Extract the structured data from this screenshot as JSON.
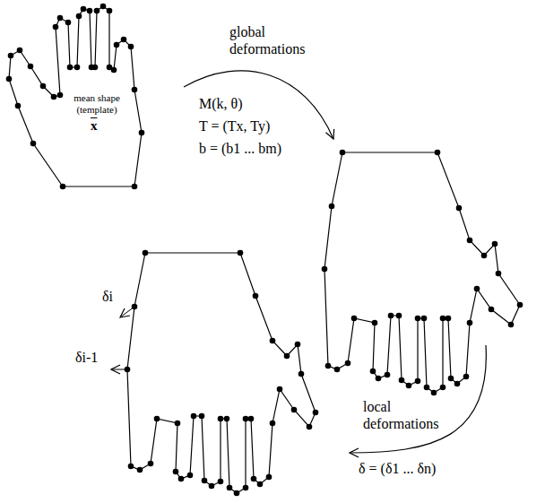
{
  "diagram": {
    "labels": [
      "mean shape (template)",
      "x",
      "global deformations",
      "M(k, θ)",
      "T = (Tx, Ty)",
      "b = (b1 ... bm)",
      "local deformations",
      "δ = (δ1 ... δn)",
      "δi",
      "δi-1"
    ]
  }
}
